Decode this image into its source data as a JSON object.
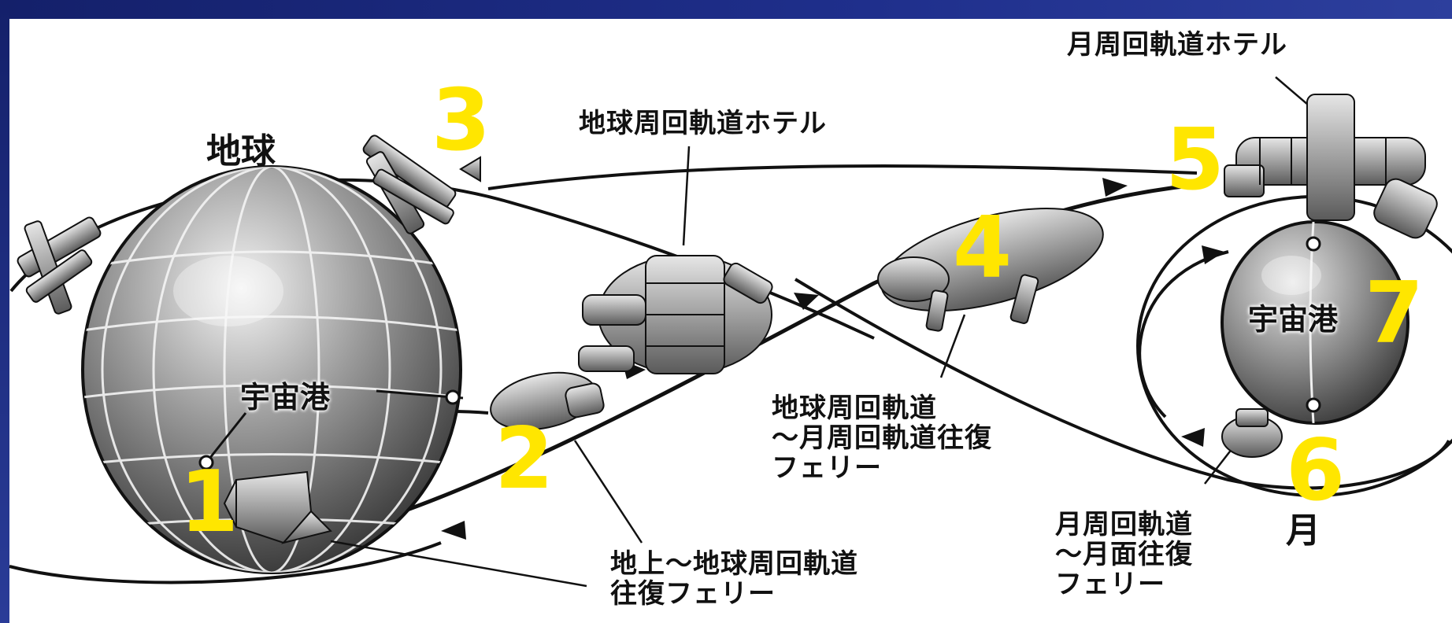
{
  "labels": {
    "earth": "地球",
    "moon": "月",
    "earth_hotel": "地球周回軌道ホテル",
    "moon_hotel": "月周回軌道ホテル",
    "earth_port": "宇宙港",
    "moon_port": "宇宙港",
    "ground_ferry_l1": "地上〜地球周回軌道",
    "ground_ferry_l2": "往復フェリー",
    "orbit_ferry_l1": "地球周回軌道",
    "orbit_ferry_l2": "〜月周回軌道往復",
    "orbit_ferry_l3": "フェリー",
    "lunar_ferry_l1": "月周回軌道",
    "lunar_ferry_l2": "〜月面往復",
    "lunar_ferry_l3": "フェリー"
  },
  "markers": [
    "1",
    "2",
    "3",
    "4",
    "5",
    "6",
    "7"
  ],
  "colors": {
    "marker": "#ffe600",
    "frame": "#1f2f8c",
    "ink": "#111111"
  }
}
